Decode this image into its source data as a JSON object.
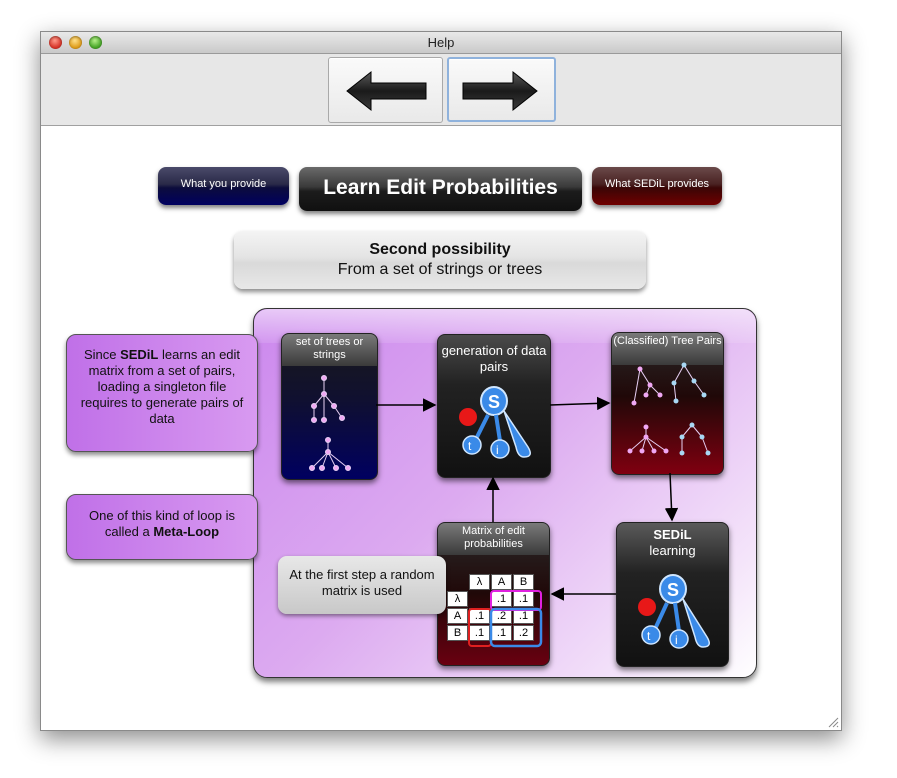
{
  "window": {
    "title": "Help"
  },
  "toolbar": {
    "back_icon": "left-arrow-icon",
    "forward_icon": "right-arrow-icon"
  },
  "header": {
    "left_pill": "What you provide",
    "title": "Learn Edit Probabilities",
    "right_pill": "What SEDiL provides"
  },
  "subheader": {
    "line1": "Second possibility",
    "line2": "From a set of strings or trees"
  },
  "callouts": {
    "singleton_pre": "Since ",
    "singleton_bold": "SEDiL",
    "singleton_post": " learns an edit matrix from a set of pairs, loading a singleton file requires to generate pairs of data",
    "metaloop_pre": "One of this kind of loop is called a ",
    "metaloop_bold": "Meta-Loop"
  },
  "boxes": {
    "trees_title": "set of trees or strings",
    "generation_title": "generation of data pairs",
    "pairs_title": "(Classified) Tree Pairs",
    "learning_bold": "SEDiL",
    "learning_rest": "learning",
    "matrix_title": "Matrix of edit probabilities"
  },
  "first_step_note": "At the first step a random matrix is used",
  "matrix": {
    "header": [
      "λ",
      "A",
      "B"
    ],
    "row_labels": [
      "λ",
      "A",
      "B"
    ],
    "rows": [
      [
        "",
        ".1",
        ".1"
      ],
      [
        ".1",
        ".2",
        ".1"
      ],
      [
        ".1",
        ".1",
        ".2"
      ]
    ]
  },
  "colors": {
    "blue_pill": "#000060",
    "red_pill": "#700000",
    "panel": "#cc88ee",
    "highlight_magenta": "#e020e0",
    "highlight_blue": "#3a8ae8",
    "highlight_red": "#e02020"
  }
}
